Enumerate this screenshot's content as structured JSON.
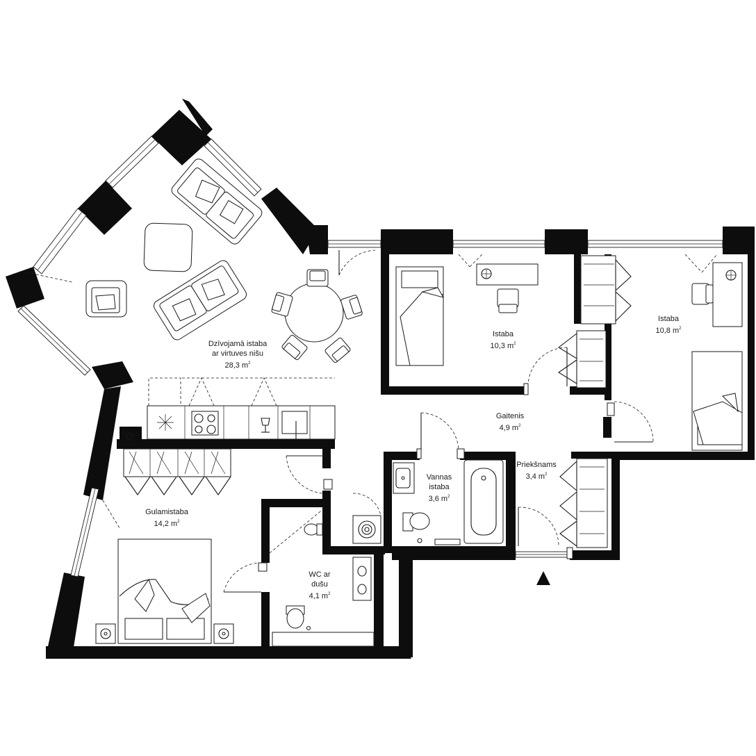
{
  "rooms": [
    {
      "name": "Dzīvojamā istaba\nar virtuves nišu",
      "area": "28,3 m"
    },
    {
      "name": "Istaba",
      "area": "10,3 m"
    },
    {
      "name": "Istaba",
      "area": "10,8 m"
    },
    {
      "name": "Gaitenis",
      "area": "4,9 m"
    },
    {
      "name": "Priekšnams",
      "area": "3,4 m"
    },
    {
      "name": "Vannas\nistaba",
      "area": "3,6 m"
    },
    {
      "name": "Gulamistaba",
      "area": "14,2 m"
    },
    {
      "name": "WC ar\ndušu",
      "area": "4,1 m"
    }
  ],
  "area_unit_exponent": "2",
  "entrance_marker": "north-arrow-icon",
  "colors": {
    "wall": "#0d0d0d",
    "line": "#1a1a1a",
    "background": "#ffffff"
  }
}
